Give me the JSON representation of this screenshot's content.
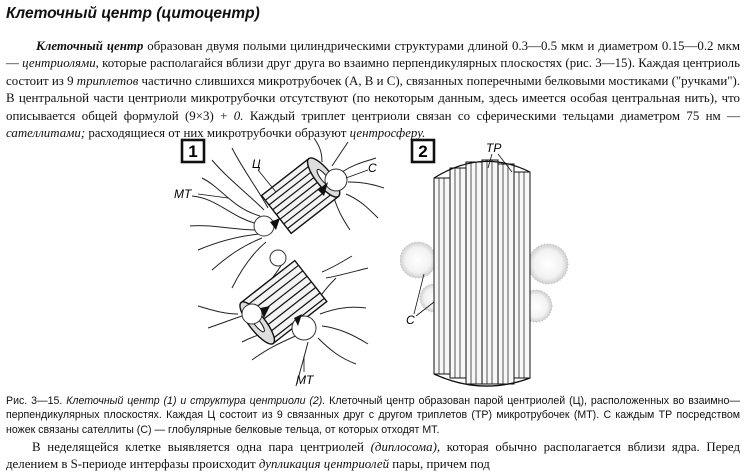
{
  "title": "Клеточный центр (цитоцентр)",
  "intro": {
    "s1": "Клеточный центр",
    "s2": " образован двумя полыми цилиндрическими структурами длиной 0.3—0.5 мкм и диаметром 0.15—0.2 мкм — ",
    "s3": "центриолями,",
    "s4": " которые располагайся вблизи друг друга во взаимно перпендикулярных плоскостях (рис. 3—15). Каждая центриоль состоит из 9 ",
    "s5": "триплетов",
    "s6": " частично слившихся микротрубочек (А, В и С), связанных поперечными белковыми мостиками (\"ручками\"). В центральной части центриоли микротрубочки отсутствуют (по некоторым данным, здесь имеется особая центральная нить), что описывается общей формулой (9×3) + ",
    "s7": "0.",
    "s8": " Каждый триплет центриоли связан со сферическими тельцами диаметром 75 нм — ",
    "s9": "сателлитами;",
    "s10": " расходящиеся от них микротрубочки образуют ",
    "s11": "центросферу."
  },
  "figures": {
    "fig1": {
      "number": "1",
      "label_mt_top": "МТ",
      "label_c": "Ц",
      "label_s": "С",
      "label_mt_bottom": "МТ"
    },
    "fig2": {
      "number": "2",
      "label_tp": "ТР",
      "label_s": "С"
    }
  },
  "caption": {
    "s1": "Рис. 3—15. ",
    "s2": "Клеточный центр (1) и структура центриоли (2).",
    "s3": " Клеточный центр образован парой центриолей (Ц), расположенных во взаимно—перпендикулярных плоскостях. Каждая Ц состоит из 9 связанных друг с другом триплетов (ТР) микротрубочек (МТ). С каждым ТР посредством ножек связаны сателлиты (С) — глобулярные белковые тельца, от которых отходят МТ."
  },
  "para2": {
    "s1": "В неделящейся клетке выявляется одна пара центриолей ",
    "s2": "(диплосома),",
    "s3": " которая обычно располагается вблизи ядра. Перед делением в S-периоде интерфазы происходит ",
    "s4": "дупликация центриолей",
    "s5": " пары, причем под"
  }
}
